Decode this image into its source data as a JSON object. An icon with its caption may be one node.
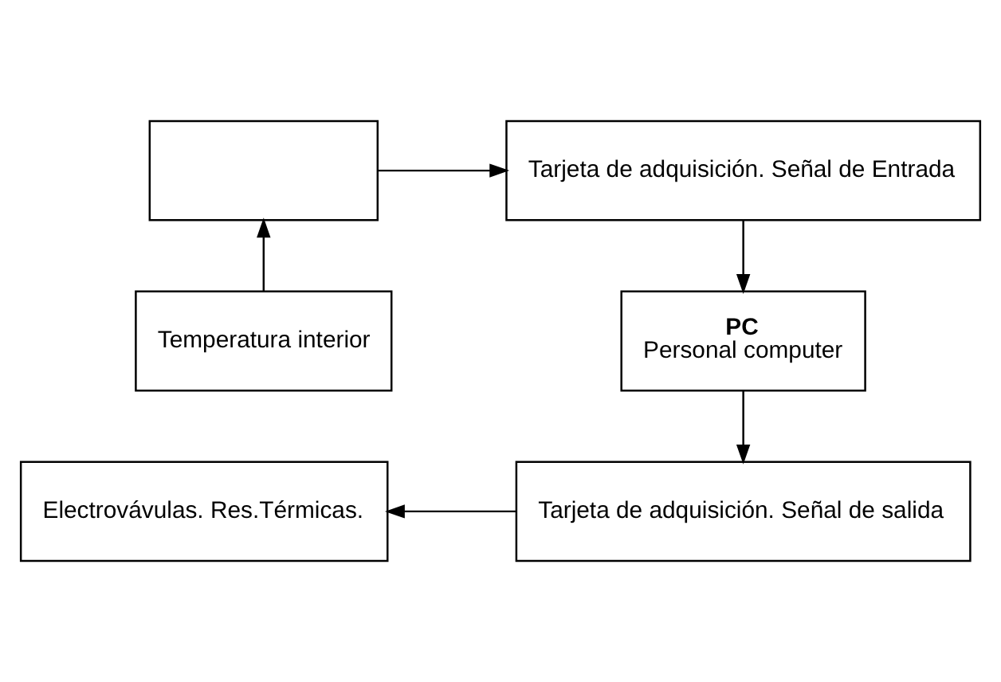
{
  "diagram": {
    "nodes": [
      {
        "text": [],
        "shape": "box"
      },
      {
        "text": [
          "Tarjeta de adquisición. Señal de Entrada"
        ]
      },
      {
        "text": [
          "Temperatura interior"
        ]
      },
      {
        "text": [
          "PC",
          "Personal computer"
        ]
      },
      {
        "text": [
          "Electrovávulas. Res.Térmicas."
        ]
      },
      {
        "text": [
          "Tarjeta de adquisición. Señal de salida"
        ]
      }
    ],
    "edges": [
      {
        "from": 2,
        "to": 0,
        "arrow": "to"
      },
      {
        "from": 0,
        "to": 1,
        "arrow": "to"
      },
      {
        "from": 1,
        "to": 3,
        "arrow": "to"
      },
      {
        "from": 3,
        "to": 5,
        "arrow": "to"
      },
      {
        "from": 5,
        "to": 4,
        "arrow": "to"
      }
    ]
  }
}
